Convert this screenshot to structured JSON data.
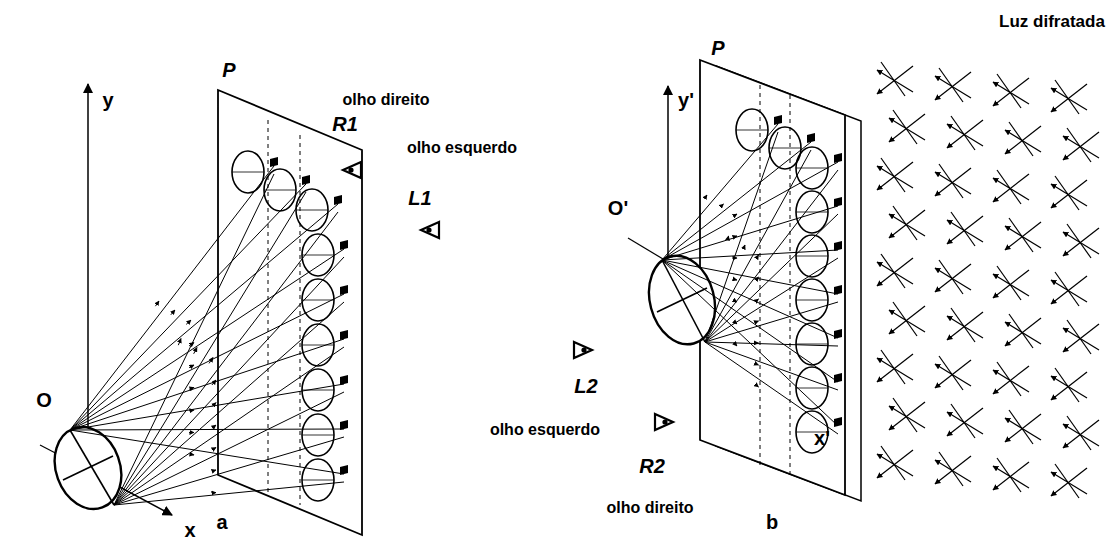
{
  "diagram": {
    "labels": [
      "Luz difratada",
      "olho direito",
      "R1",
      "olho esquerdo",
      "L1",
      "P",
      "y",
      "O",
      "x",
      "a",
      "P",
      "y'",
      "O'",
      "x'",
      "L2",
      "olho esquerdo",
      "R2",
      "olho direito",
      "b"
    ]
  }
}
